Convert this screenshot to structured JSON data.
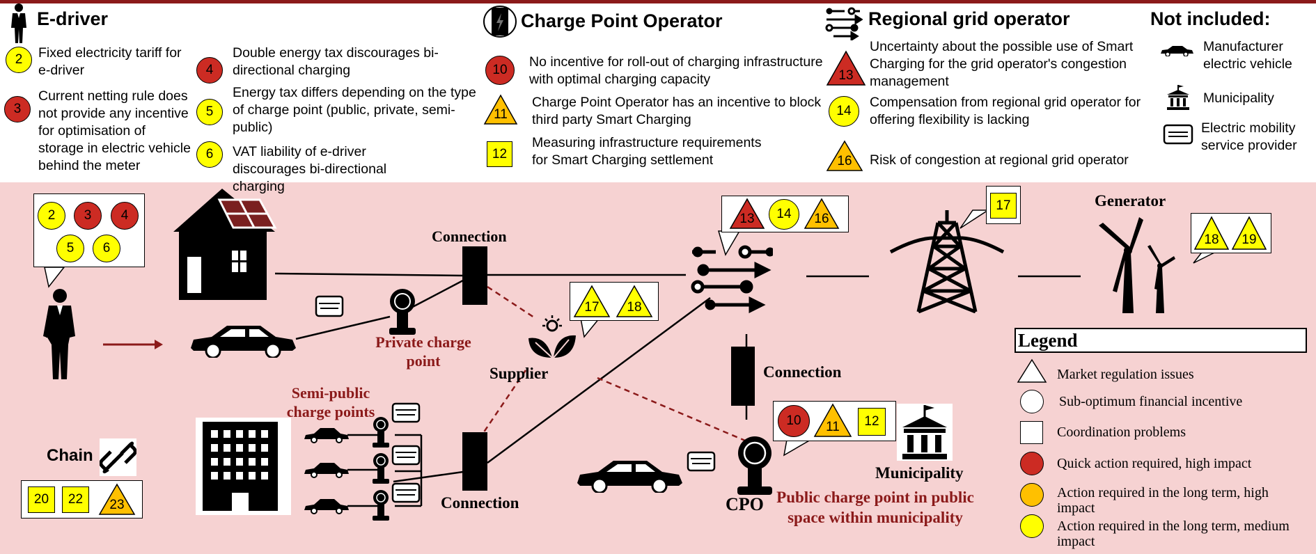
{
  "sections": {
    "edriver": {
      "title": "E-driver",
      "items": [
        {
          "id": "2",
          "text": "Fixed electricity tariff for e-driver"
        },
        {
          "id": "3",
          "text": "Current netting rule does not provide any incentive for optimisation of storage in electric vehicle behind the meter"
        },
        {
          "id": "4",
          "text": "Double energy tax discourages bi-directional charging"
        },
        {
          "id": "5",
          "text": "Energy tax differs depending on the type of charge point (public, private, semi-public)"
        },
        {
          "id": "6",
          "text": "VAT liability of e-driver discourages bi-directional charging"
        }
      ]
    },
    "cpo": {
      "title": "Charge Point Operator",
      "items": [
        {
          "id": "10",
          "text": "No incentive for roll-out of charging infrastructure with optimal charging capacity"
        },
        {
          "id": "11",
          "text": "Charge Point Operator has an incentive to block third party Smart Charging"
        },
        {
          "id": "12",
          "text": "Measuring infrastructure requirements for Smart Charging settlement"
        }
      ]
    },
    "regional": {
      "title": "Regional grid operator",
      "items": [
        {
          "id": "13",
          "text": "Uncertainty about the possible use of Smart Charging for the grid operator's congestion management"
        },
        {
          "id": "14",
          "text": "Compensation from regional grid operator for offering flexibility is lacking"
        },
        {
          "id": "16",
          "text": "Risk of congestion at regional grid operator"
        }
      ]
    },
    "not_included": {
      "title": "Not included:",
      "items": [
        "Manufacturer electric vehicle",
        "Municipality",
        "Electric mobility service provider"
      ]
    }
  },
  "diagram": {
    "connection_top": "Connection",
    "connection_mid": "Connection",
    "connection_bottom": "Connection",
    "private_charge_point": "Private charge point",
    "semi_public": "Semi-public charge points",
    "supplier": "Supplier",
    "generator": "Generator",
    "municipality": "Municipality",
    "cpo": "CPO",
    "public_charge_point": "Public charge point in public space within municipality",
    "chain": "Chain",
    "callouts": {
      "edriver": [
        "2",
        "3",
        "4",
        "5",
        "6"
      ],
      "regional": [
        "13",
        "14",
        "16"
      ],
      "pylon": [
        "17"
      ],
      "generator": [
        "18",
        "19"
      ],
      "supplier": [
        "17",
        "18"
      ],
      "cpo": [
        "10",
        "11",
        "12"
      ],
      "chain": [
        "20",
        "22",
        "23"
      ]
    }
  },
  "legend": {
    "title": "Legend",
    "items": [
      "Market regulation issues",
      "Sub-optimum financial incentive",
      "Coordination problems",
      "Quick action required, high impact",
      "Action required in the long term, high impact",
      "Action required in the long term, medium impact"
    ]
  },
  "colors": {
    "red": "#cc2b23",
    "orange": "#ffc000",
    "yellow": "#ffff00",
    "dark_red": "#8b1a1a",
    "pink_background": "#f6d2d2"
  },
  "icons": [
    "businessman-icon",
    "charger-icon",
    "ev-card-icon",
    "regional-grid-icon",
    "car-icon",
    "municipality-icon",
    "house-icon",
    "building-icon",
    "pylon-icon",
    "wind-turbine-icon",
    "supplier-leaf-icon",
    "chain-icon"
  ]
}
